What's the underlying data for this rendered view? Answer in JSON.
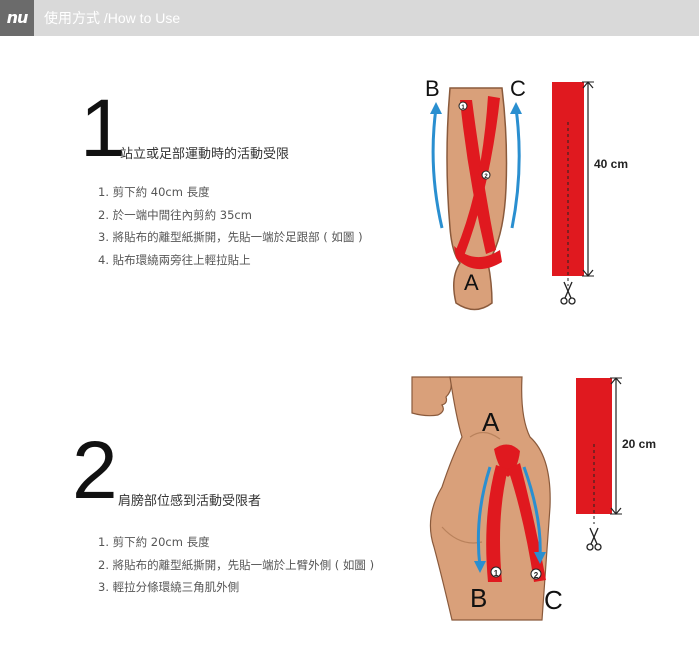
{
  "header": {
    "brand": "nu",
    "title_zh": "使用方式",
    "title_en": " /How to Use"
  },
  "step1": {
    "number": "1",
    "title": "站立或足部運動時的活動受限",
    "items": [
      "1. 剪下約 40cm 長度",
      "2. 於一端中間往內剪約 35cm",
      "3. 將貼布的離型紙撕開，先貼一端於足跟部 ( 如圖 )",
      "4. 貼布環繞兩旁往上輕拉貼上"
    ],
    "labels": {
      "a": "A",
      "b": "B",
      "c": "C",
      "m1": "1",
      "m2": "2"
    },
    "tape_length": "40 cm",
    "scissors_icon": "scissors-icon"
  },
  "step2": {
    "number": "2",
    "title": "肩膀部位感到活動受限者",
    "items": [
      "1. 剪下約 20cm 長度",
      "2. 將貼布的離型紙撕開，先貼一端於上臂外側 ( 如圖 )",
      "3. 輕拉分條環繞三角肌外側"
    ],
    "labels": {
      "a": "A",
      "b": "B",
      "c": "C",
      "m1": "1",
      "m2": "2"
    },
    "tape_length": "20 cm",
    "scissors_icon": "scissors-icon"
  },
  "colors": {
    "tape": "#e0191f",
    "arrow": "#2a8fd0",
    "skin": "#d9a07a",
    "skin_dark": "#b9825c",
    "header_bg": "#d9d9d9",
    "brand_bg": "#6b6b6b"
  }
}
